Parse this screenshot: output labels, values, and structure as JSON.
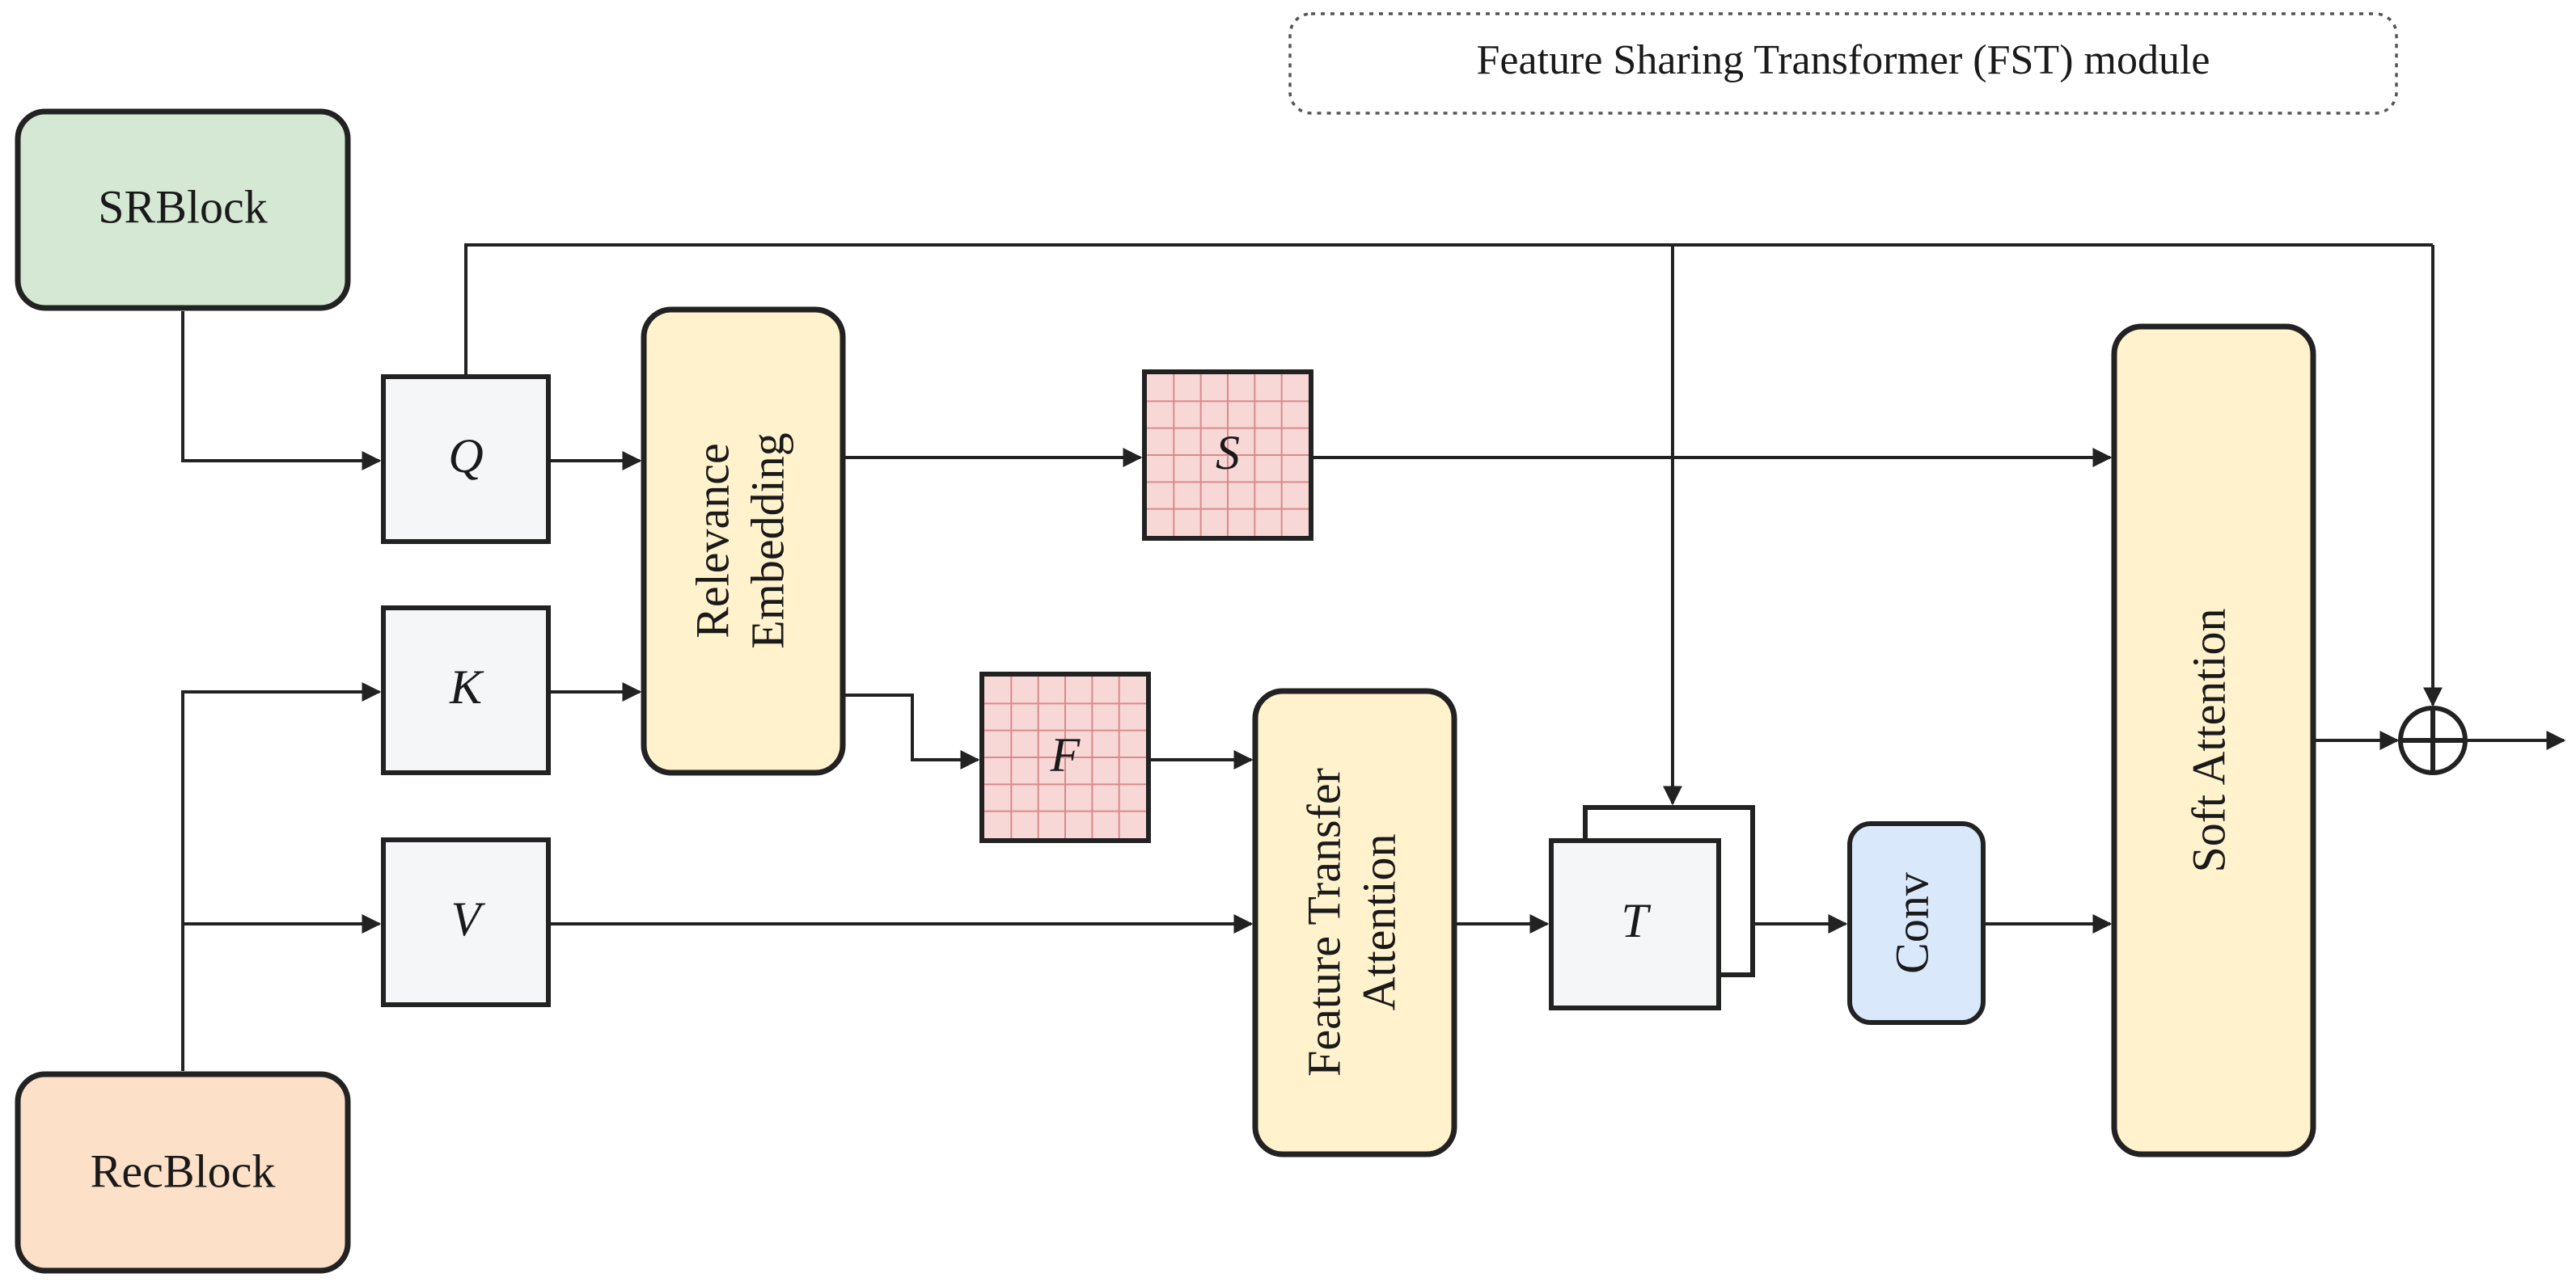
{
  "module_label": "Feature Sharing Transformer (FST) module",
  "blocks": {
    "srblock": "SRBlock",
    "recblock": "RecBlock",
    "relevance_embedding": [
      "Relevance",
      "Embedding"
    ],
    "feature_transfer_attention": [
      "Feature Transfer",
      "Attention"
    ],
    "soft_attention": "Soft Attention",
    "conv": "Conv"
  },
  "variables": {
    "q": "Q",
    "k": "K",
    "v": "V",
    "s": "S",
    "f": "F",
    "t": "T"
  },
  "colors": {
    "srblock_fill": "#d5e8d4",
    "recblock_fill": "#fde0c8",
    "yellow_block_fill": "#fff2cc",
    "conv_fill": "#dae8fc",
    "qkv_fill": "#f5f6f8",
    "matrix_fill": "#f8d7d7",
    "matrix_grid": "#d98a8a",
    "stroke": "#222222"
  },
  "icons": {
    "sum": "circle-plus-icon"
  }
}
